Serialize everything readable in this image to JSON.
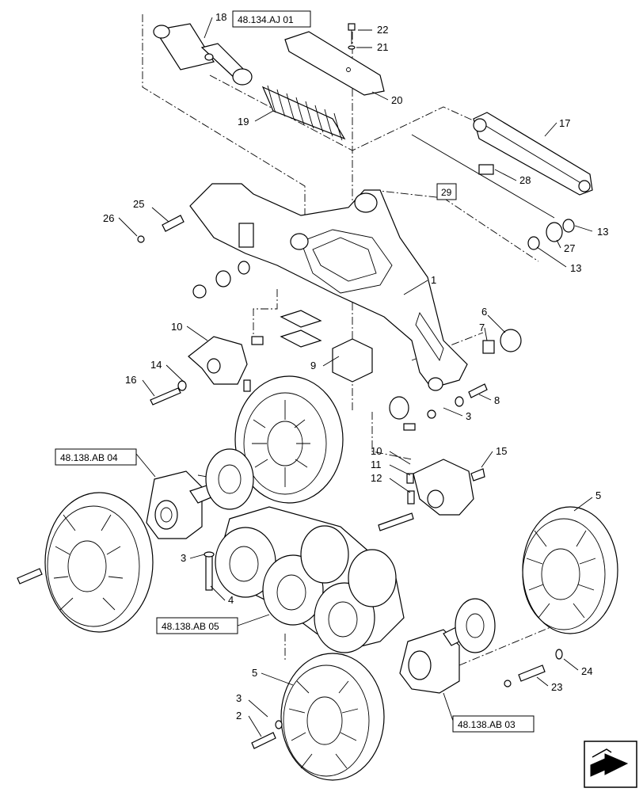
{
  "callouts": [
    {
      "id": "c1",
      "text": "1"
    },
    {
      "id": "c2",
      "text": "2"
    },
    {
      "id": "c3a",
      "text": "3"
    },
    {
      "id": "c3b",
      "text": "3"
    },
    {
      "id": "c3c",
      "text": "3"
    },
    {
      "id": "c4",
      "text": "4"
    },
    {
      "id": "c5a",
      "text": "5"
    },
    {
      "id": "c5b",
      "text": "5"
    },
    {
      "id": "c6",
      "text": "6"
    },
    {
      "id": "c7",
      "text": "7"
    },
    {
      "id": "c8",
      "text": "8"
    },
    {
      "id": "c9",
      "text": "9"
    },
    {
      "id": "c10a",
      "text": "10"
    },
    {
      "id": "c10b",
      "text": "10"
    },
    {
      "id": "c11",
      "text": "11"
    },
    {
      "id": "c12",
      "text": "12"
    },
    {
      "id": "c13a",
      "text": "13"
    },
    {
      "id": "c13b",
      "text": "13"
    },
    {
      "id": "c14",
      "text": "14"
    },
    {
      "id": "c15",
      "text": "15"
    },
    {
      "id": "c16",
      "text": "16"
    },
    {
      "id": "c17",
      "text": "17"
    },
    {
      "id": "c18",
      "text": "18"
    },
    {
      "id": "c19",
      "text": "19"
    },
    {
      "id": "c20",
      "text": "20"
    },
    {
      "id": "c21",
      "text": "21"
    },
    {
      "id": "c22",
      "text": "22"
    },
    {
      "id": "c23",
      "text": "23"
    },
    {
      "id": "c24",
      "text": "24"
    },
    {
      "id": "c25",
      "text": "25"
    },
    {
      "id": "c26",
      "text": "26"
    },
    {
      "id": "c27",
      "text": "27"
    },
    {
      "id": "c28",
      "text": "28"
    },
    {
      "id": "c29",
      "text": "29"
    }
  ],
  "references": [
    {
      "id": "r1",
      "text": "48.134.AJ 01"
    },
    {
      "id": "r2",
      "text": "48.138.AB 04"
    },
    {
      "id": "r3",
      "text": "48.138.AB 05"
    },
    {
      "id": "r4",
      "text": "48.138.AB 03"
    }
  ],
  "nav_icon": "arrow-navigation-icon"
}
